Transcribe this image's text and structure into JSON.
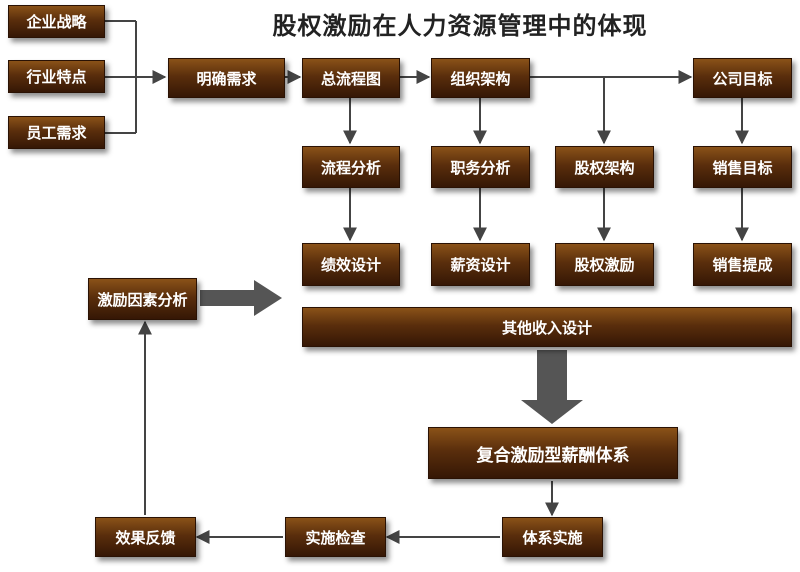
{
  "title": "股权激励在人力资源管理中的体现",
  "nodes": {
    "company_strategy": "企业战略",
    "industry_traits": "行业特点",
    "employee_needs": "员工需求",
    "clarify_needs": "明确需求",
    "overall_flowchart": "总流程图",
    "org_structure": "组织架构",
    "company_goal": "公司目标",
    "process_analysis": "流程分析",
    "job_analysis": "职务分析",
    "equity_structure": "股权架构",
    "sales_target": "销售目标",
    "performance_design": "绩效设计",
    "salary_design": "薪资设计",
    "equity_incentive": "股权激励",
    "sales_commission": "销售提成",
    "incentive_factor_analysis": "激励因素分析",
    "other_income_design": "其他收入设计",
    "composite_pay_system": "复合激励型薪酬体系",
    "system_implementation": "体系实施",
    "implementation_check": "实施检查",
    "effect_feedback": "效果反馈"
  }
}
